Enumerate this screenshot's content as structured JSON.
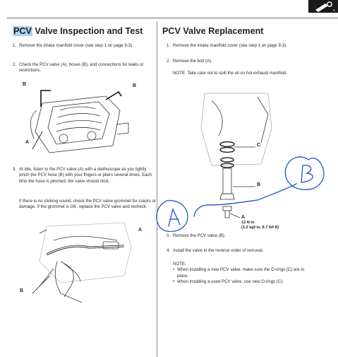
{
  "left": {
    "heading_hl": "PCV",
    "heading_rest": " Valve Inspection and Test",
    "steps": [
      {
        "n": "1.",
        "text": "Remove the intake manifold cover (see step 1 on page 9-3)."
      },
      {
        "n": "2.",
        "text": "Check the PCV valve (A), hoses (B), and connections for leaks or restrictions."
      },
      {
        "n": "3.",
        "text": "At idle, listen to the PCV valve (A) with a stethoscope as you lightly pinch the PCV hose (B) with your fingers or pliers several times. Each time the hose is pinched, the valve should click."
      }
    ],
    "note3": "If there is no clicking sound, check the PCV valve grommet for cracks or damage. If the grommet is OK, replace the PCV valve and recheck.",
    "fig1_labels": {
      "b1": "B",
      "b2": "B",
      "a": "A"
    },
    "fig2_labels": {
      "a": "A",
      "b": "B"
    }
  },
  "right": {
    "heading": "PCV Valve Replacement",
    "steps": [
      {
        "n": "1.",
        "text": "Remove the intake manifold cover (see step 1 on page 9-3)."
      },
      {
        "n": "2.",
        "text": "Remove the bolt (A)."
      },
      {
        "n": "3.",
        "text": "Remove the PCV valve (B)."
      },
      {
        "n": "4.",
        "text": "Install the valve in the reverse order of removal."
      }
    ],
    "note2": "NOTE: Take care not to spill the oil on hot exhaust manifold.",
    "fig_labels": {
      "c": "C",
      "b": "B",
      "a": "A"
    },
    "torque_line1": "12 N·m",
    "torque_line2": "(1.2 kgf·m, 8.7 lbf·ft)",
    "note_title": "NOTE:",
    "notes": [
      "When installing a new PCV valve, make sure the O-rings (C) are in place.",
      "When installing a used PCV valve, use new O-rings (C)."
    ],
    "annotation_colour": "#2f5fd0"
  }
}
